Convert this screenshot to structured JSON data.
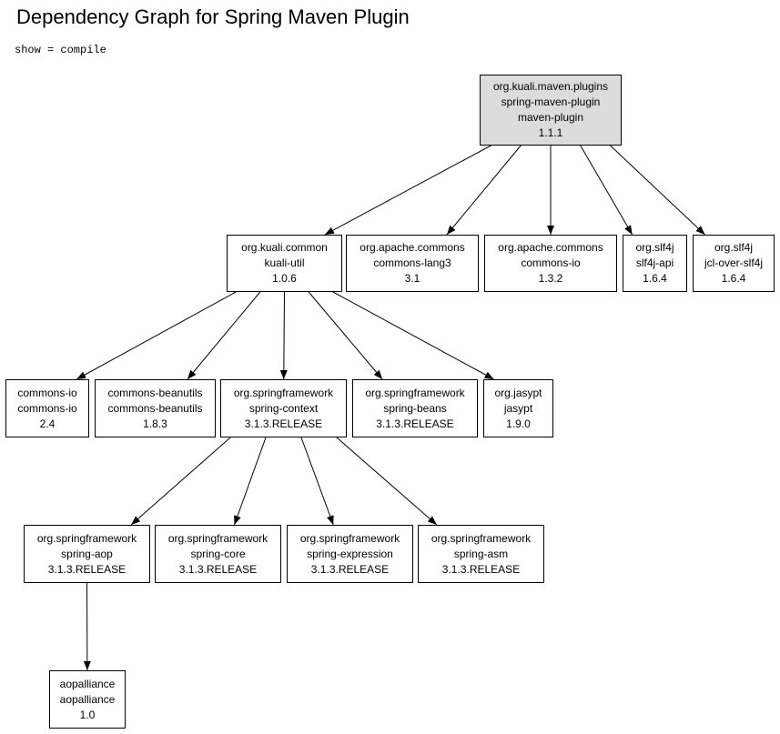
{
  "title": "Dependency Graph for Spring Maven Plugin",
  "subtitle": "show = compile",
  "nodes": {
    "root": {
      "group": "org.kuali.maven.plugins",
      "artifact": "spring-maven-plugin",
      "packaging": "maven-plugin",
      "version": "1.1.1"
    },
    "kualiutil": {
      "group": "org.kuali.common",
      "artifact": "kuali-util",
      "version": "1.0.6"
    },
    "lang3": {
      "group": "org.apache.commons",
      "artifact": "commons-lang3",
      "version": "3.1"
    },
    "commonsio132": {
      "group": "org.apache.commons",
      "artifact": "commons-io",
      "version": "1.3.2"
    },
    "slf4japi": {
      "group": "org.slf4j",
      "artifact": "slf4j-api",
      "version": "1.6.4"
    },
    "jcl": {
      "group": "org.slf4j",
      "artifact": "jcl-over-slf4j",
      "version": "1.6.4"
    },
    "commonsio24": {
      "group": "commons-io",
      "artifact": "commons-io",
      "version": "2.4"
    },
    "beanutils": {
      "group": "commons-beanutils",
      "artifact": "commons-beanutils",
      "version": "1.8.3"
    },
    "context": {
      "group": "org.springframework",
      "artifact": "spring-context",
      "version": "3.1.3.RELEASE"
    },
    "beans": {
      "group": "org.springframework",
      "artifact": "spring-beans",
      "version": "3.1.3.RELEASE"
    },
    "jasypt": {
      "group": "org.jasypt",
      "artifact": "jasypt",
      "version": "1.9.0"
    },
    "aop": {
      "group": "org.springframework",
      "artifact": "spring-aop",
      "version": "3.1.3.RELEASE"
    },
    "core": {
      "group": "org.springframework",
      "artifact": "spring-core",
      "version": "3.1.3.RELEASE"
    },
    "expression": {
      "group": "org.springframework",
      "artifact": "spring-expression",
      "version": "3.1.3.RELEASE"
    },
    "asm": {
      "group": "org.springframework",
      "artifact": "spring-asm",
      "version": "3.1.3.RELEASE"
    },
    "aopalliance": {
      "group": "aopalliance",
      "artifact": "aopalliance",
      "version": "1.0"
    }
  },
  "edges": [
    [
      "root",
      "kualiutil"
    ],
    [
      "root",
      "lang3"
    ],
    [
      "root",
      "commonsio132"
    ],
    [
      "root",
      "slf4japi"
    ],
    [
      "root",
      "jcl"
    ],
    [
      "kualiutil",
      "commonsio24"
    ],
    [
      "kualiutil",
      "beanutils"
    ],
    [
      "kualiutil",
      "context"
    ],
    [
      "kualiutil",
      "beans"
    ],
    [
      "kualiutil",
      "jasypt"
    ],
    [
      "context",
      "aop"
    ],
    [
      "context",
      "core"
    ],
    [
      "context",
      "expression"
    ],
    [
      "context",
      "asm"
    ],
    [
      "aop",
      "aopalliance"
    ]
  ],
  "colors": {
    "root_fill": "#dcdcdc",
    "node_fill": "#ffffff",
    "stroke": "#000000"
  }
}
